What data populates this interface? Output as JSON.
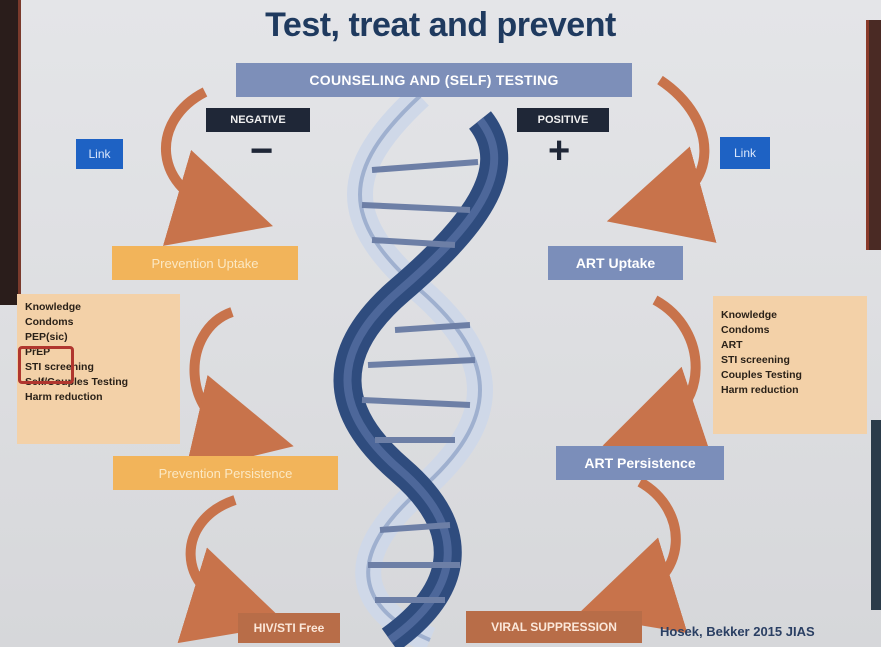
{
  "title": "Test, treat and prevent",
  "banner": "COUNSELING AND (SELF) TESTING",
  "negative": {
    "label": "NEGATIVE",
    "sign": "−"
  },
  "positive": {
    "label": "POSITIVE",
    "sign": "+"
  },
  "link_left": "Link",
  "link_right": "Link",
  "left_boxes": {
    "uptake": "Prevention Uptake",
    "persistence": "Prevention Persistence",
    "outcome": "HIV/STI Free"
  },
  "right_boxes": {
    "uptake": "ART Uptake",
    "persistence": "ART Persistence",
    "outcome": "VIRAL SUPPRESSION"
  },
  "left_list": [
    "Knowledge",
    "Condoms",
    "PEP(sic)",
    "PrEP",
    "STI screening",
    "Self/Couples Testing",
    "Harm reduction"
  ],
  "right_list": [
    "Knowledge",
    "Condoms",
    "ART",
    "STI screening",
    "Couples Testing",
    "Harm reduction"
  ],
  "citation": "Hosek, Bekker 2015 JIAS",
  "colors": {
    "title": "#1f3a5f",
    "banner": "#7d8fb9",
    "orange": "#f2b45a",
    "arrow": "#c8734b",
    "helix_dark": "#2f4c7e",
    "helix_light": "#cfd8e8"
  }
}
